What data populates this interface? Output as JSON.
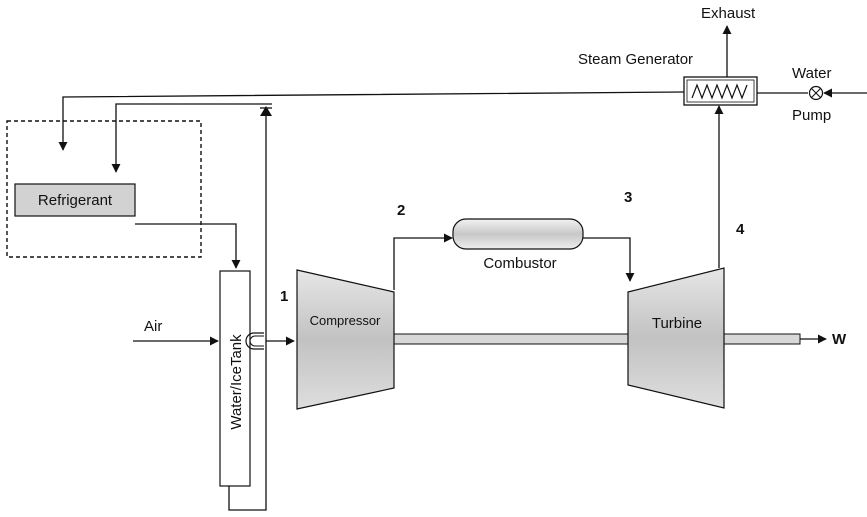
{
  "labels": {
    "exhaust": "Exhaust",
    "steam_generator": "Steam Generator",
    "water": "Water",
    "pump": "Pump",
    "refrigerant": "Refrigerant",
    "water_ice_tank": "Water/IceTank",
    "air": "Air",
    "compressor": "Compressor",
    "combustor": "Combustor",
    "turbine": "Turbine",
    "work": "W",
    "state_1": "1",
    "state_2": "2",
    "state_3": "3",
    "state_4": "4"
  },
  "colors": {
    "component_fill": "#d2d2d2",
    "line": "#111111",
    "background": "#ffffff"
  }
}
